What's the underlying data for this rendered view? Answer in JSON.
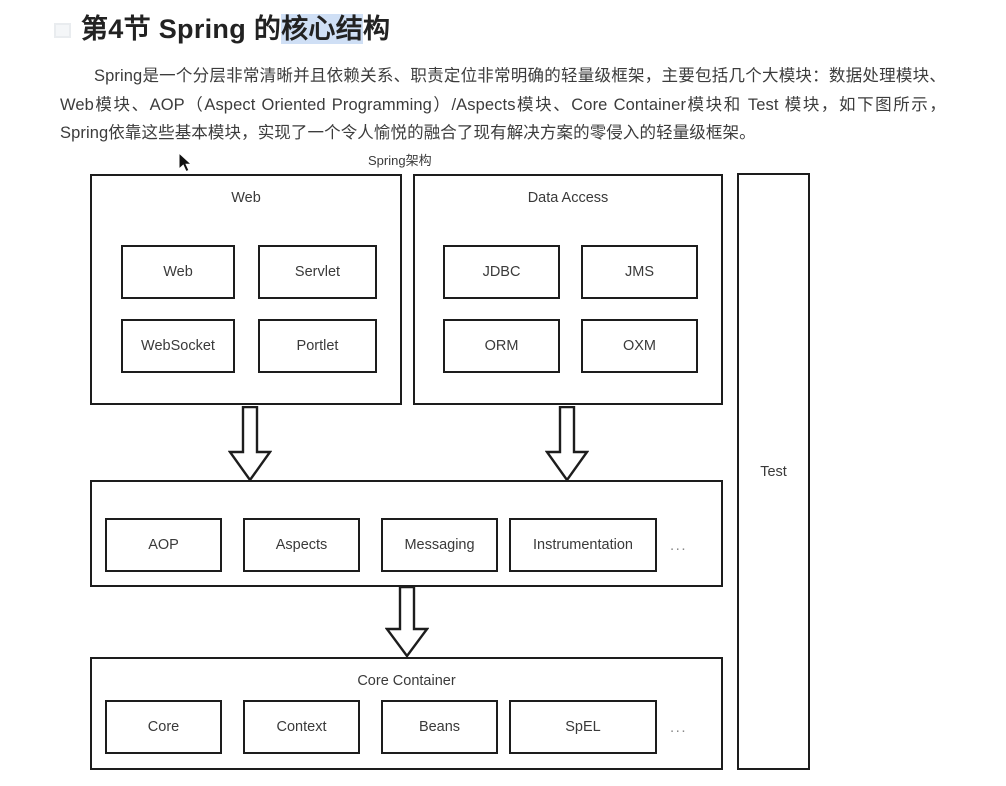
{
  "document": {
    "outline_marker_icon": "outline-square-icon",
    "title_prefix": "第4节 Spring 的",
    "title_selected": "核心结",
    "title_suffix": "构",
    "selection_color": "#cfdff5",
    "paragraph": "Spring是一个分层非常清晰并且依赖关系、职责定位非常明确的轻量级框架，主要包括几个大模块：数据处理模块、Web模块、AOP（Aspect Oriented Programming）/Aspects模块、Core Container模块和 Test 模块，如下图所示，Spring依靠这些基本模块，实现了一个令人愉悦的融合了现有解决方案的零侵入的轻量级框架。"
  },
  "diagram": {
    "caption": "Spring架构",
    "stroke_color": "#1d1d1d",
    "text_color": "#3a3a3a",
    "groups": {
      "web": {
        "title": "Web",
        "cells": [
          "Web",
          "Servlet",
          "WebSocket",
          "Portlet"
        ]
      },
      "data_access": {
        "title": "Data Access",
        "cells": [
          "JDBC",
          "JMS",
          "ORM",
          "OXM"
        ]
      },
      "aop": {
        "title": "",
        "cells": [
          "AOP",
          "Aspects",
          "Messaging",
          "Instrumentation"
        ],
        "overflow": "..."
      },
      "core_container": {
        "title": "Core Container",
        "cells": [
          "Core",
          "Context",
          "Beans",
          "SpEL"
        ],
        "overflow": "..."
      },
      "test": {
        "title": "Test"
      }
    },
    "arrows": [
      {
        "name": "web-to-aop",
        "direction": "down"
      },
      {
        "name": "data-access-to-aop",
        "direction": "down"
      },
      {
        "name": "aop-to-core-container",
        "direction": "down"
      }
    ]
  },
  "pointer": {
    "icon": "mouse-cursor-icon"
  }
}
